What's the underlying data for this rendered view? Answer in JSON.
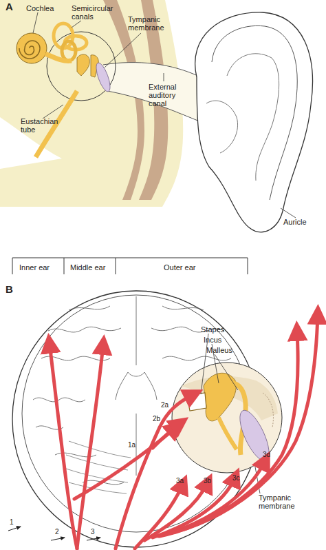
{
  "diagram": {
    "labels": [
      "A",
      "Cochlea",
      "Semicircular canals",
      "Tympanic membrane",
      "External auditory canal",
      "Eustachian tube",
      "Auricle",
      "Inner ear",
      "Middle ear",
      "Outer ear",
      "B",
      "Stapes",
      "Incus",
      "Malleus",
      "2a",
      "2b",
      "1a",
      "3a",
      "3b",
      "3c",
      "3d",
      "Tympanic membrane",
      "1",
      "2",
      "3"
    ]
  }
}
